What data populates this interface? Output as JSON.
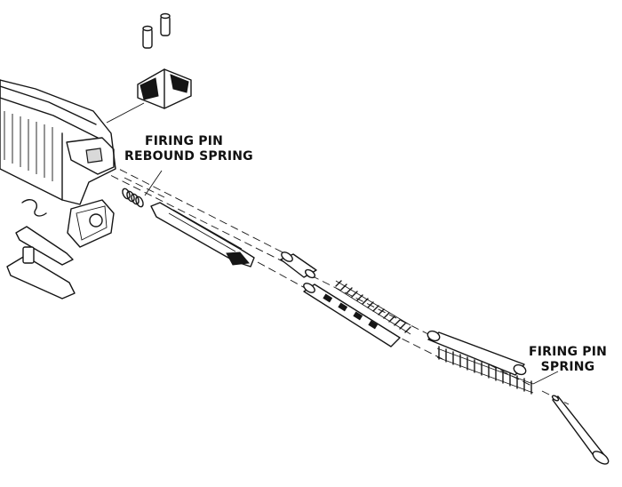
{
  "callouts": {
    "rebound_spring": {
      "line1": "FIRING PIN",
      "line2": "REBOUND SPRING"
    },
    "firing_pin_spring": {
      "line1": "FIRING PIN",
      "line2": "SPRING"
    }
  },
  "colors": {
    "ink": "#151515",
    "background": "#ffffff"
  }
}
